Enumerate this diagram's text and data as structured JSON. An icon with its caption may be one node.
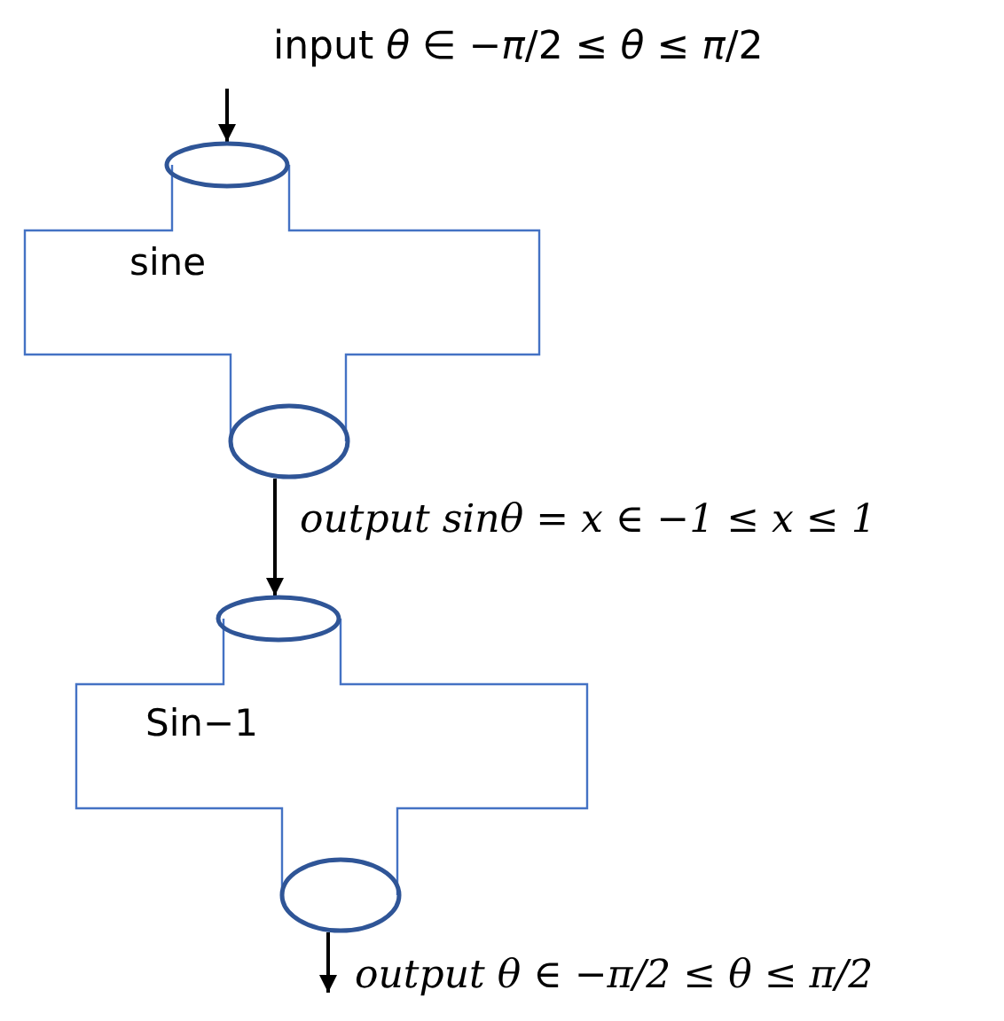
{
  "diagram": {
    "nodes": [
      {
        "text": [
          "input  *θ* ∈ −*π*/2 ≤ *θ* ≤ *π*/2"
        ]
      },
      {
        "text": [
          "sine"
        ]
      },
      {
        "text": [
          "Sin−1"
        ]
      },
      {
        "text": [
          "output θ ∈ −π/2 ≤ θ ≤ π/2"
        ]
      }
    ],
    "edges": [
      {
        "from": 0,
        "to": 1,
        "arrow": "to"
      },
      {
        "from": 1,
        "to": 2,
        "arrow": "to",
        "label": "output sinθ = x ∈ −1 ≤ x ≤ 1"
      },
      {
        "from": 2,
        "to": 3,
        "arrow": "to"
      }
    ]
  }
}
